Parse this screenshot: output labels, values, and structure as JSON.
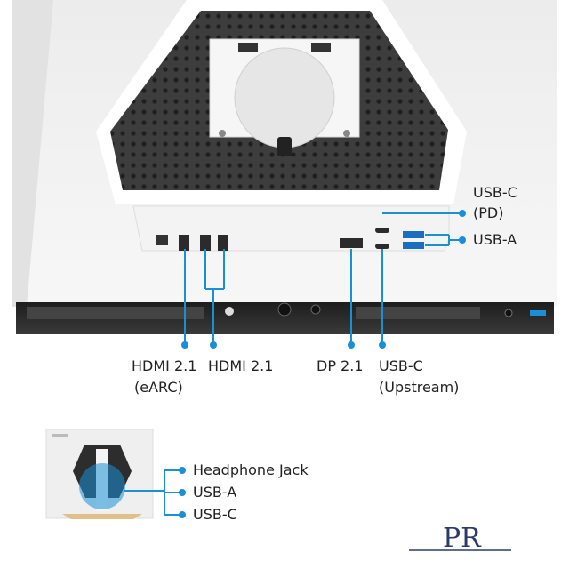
{
  "ports": {
    "hdmi_earc": {
      "line1": "HDMI 2.1",
      "line2": "(eARC)"
    },
    "hdmi": {
      "line1": "HDMI 2.1"
    },
    "dp": {
      "line1": "DP 2.1"
    },
    "usbc_up": {
      "line1": "USB-C",
      "line2": "(Upstream)"
    },
    "usbc_pd": {
      "line1": "USB-C",
      "line2": "(PD)"
    },
    "usba": {
      "line1": "USB-A"
    }
  },
  "side_ports": {
    "items": [
      "Headphone Jack",
      "USB-A",
      "USB-C"
    ]
  },
  "colors": {
    "accent": "#1a8fd6",
    "shell": "#f2f2f2",
    "panel_dark": "#3a3a3a",
    "bezel": "#2a2a2a"
  }
}
